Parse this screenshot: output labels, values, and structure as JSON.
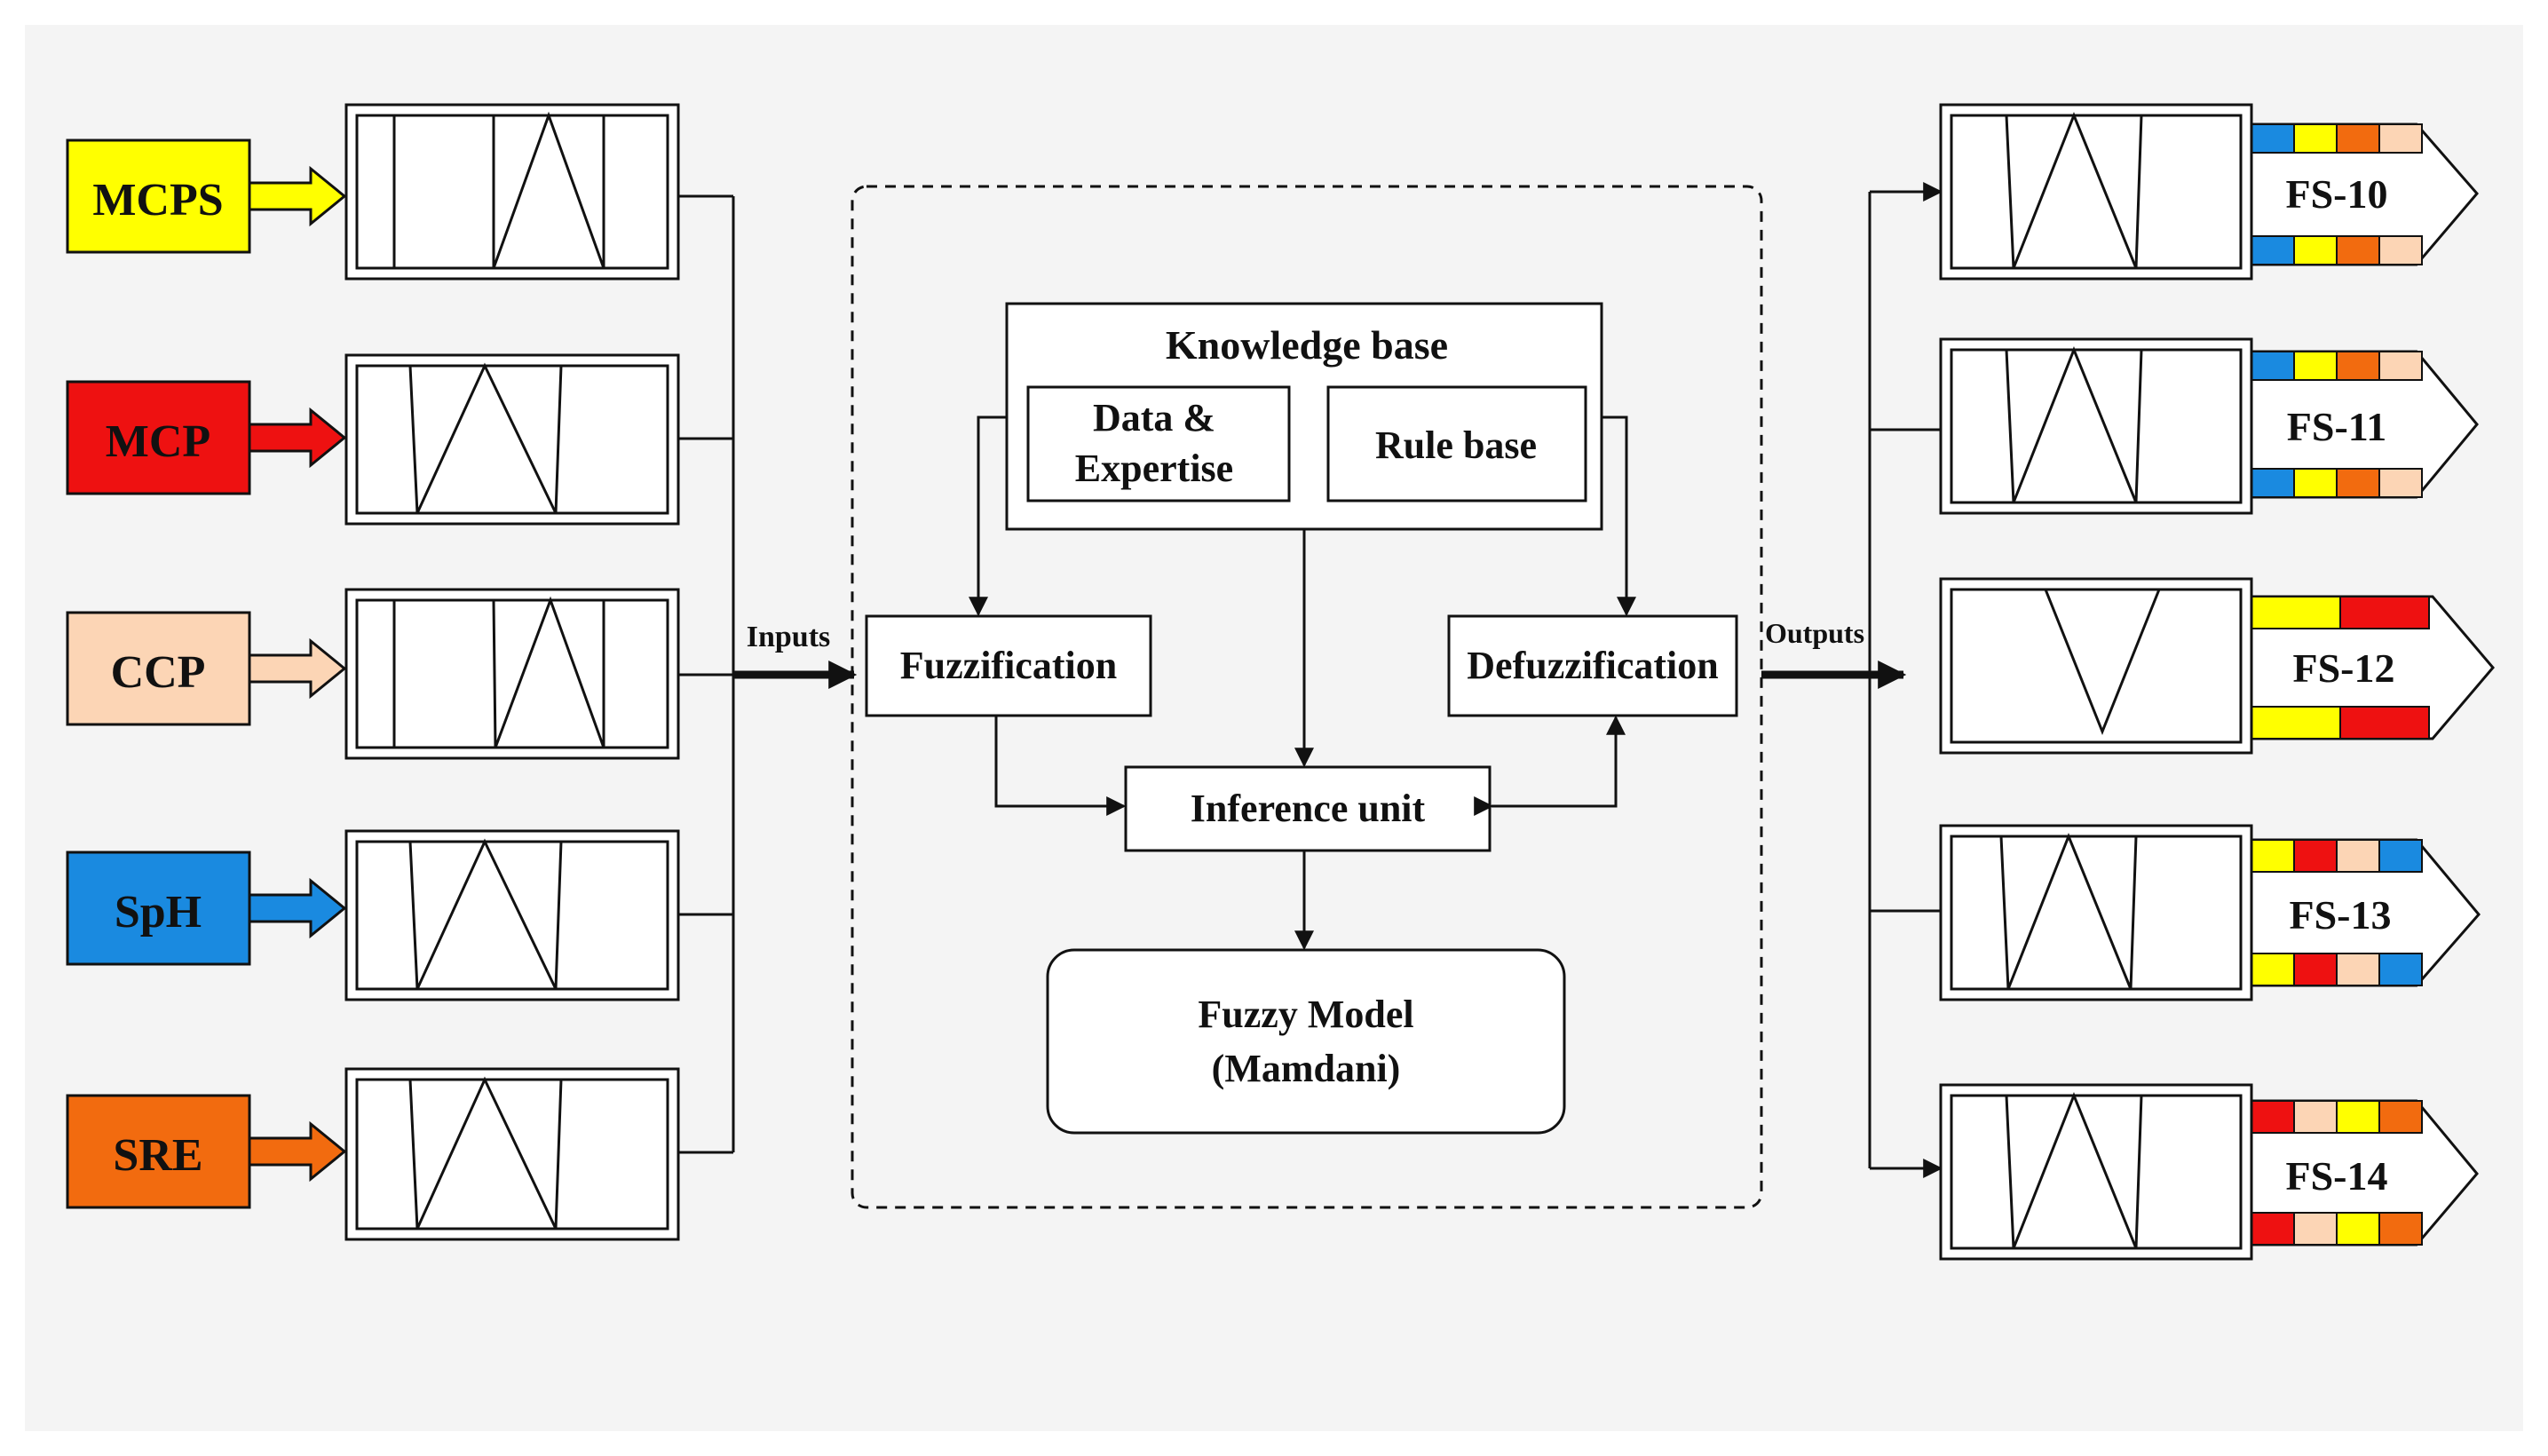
{
  "colors": {
    "panel_bg": "#f4f4f4",
    "line": "#111111",
    "yellow": "#ffff00",
    "red": "#ee1111",
    "peach": "#fcd5b5",
    "blue": "#1a8ae0",
    "orange": "#f26b0f"
  },
  "inputs": [
    {
      "label": "MCPS",
      "color": "#ffff00"
    },
    {
      "label": "MCP",
      "color": "#ee1111"
    },
    {
      "label": "CCP",
      "color": "#fcd5b5"
    },
    {
      "label": "SpH",
      "color": "#1a8ae0"
    },
    {
      "label": "SRE",
      "color": "#f26b0f"
    }
  ],
  "connectors": {
    "inputs_label": "Inputs",
    "outputs_label": "Outputs"
  },
  "core": {
    "knowledge_base_title": "Knowledge base",
    "data_expertise_line1": "Data &",
    "data_expertise_line2": "Expertise",
    "rule_base": "Rule base",
    "fuzzification": "Fuzzification",
    "defuzzification": "Defuzzification",
    "inference_unit": "Inference unit",
    "fuzzy_model_line1": "Fuzzy Model",
    "fuzzy_model_line2": "(Mamdani)"
  },
  "outputs": [
    {
      "label": "FS-10",
      "stripes": [
        "#1a8ae0",
        "#ffff00",
        "#f26b0f",
        "#fcd5b5"
      ]
    },
    {
      "label": "FS-11",
      "stripes": [
        "#1a8ae0",
        "#ffff00",
        "#f26b0f",
        "#fcd5b5"
      ]
    },
    {
      "label": "FS-12",
      "stripes": [
        "#ffff00",
        "#ee1111"
      ]
    },
    {
      "label": "FS-13",
      "stripes": [
        "#ffff00",
        "#ee1111",
        "#fcd5b5",
        "#1a8ae0"
      ]
    },
    {
      "label": "FS-14",
      "stripes": [
        "#ee1111",
        "#fcd5b5",
        "#ffff00",
        "#f26b0f"
      ]
    }
  ]
}
